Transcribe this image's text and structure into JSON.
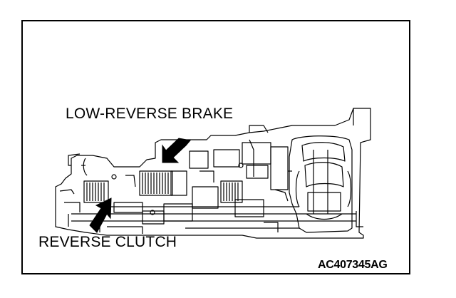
{
  "labels": {
    "low_reverse_brake": "LOW-REVERSE BRAKE",
    "reverse_clutch": "REVERSE CLUTCH",
    "figure_code": "AC407345AG"
  },
  "colors": {
    "ink": "#000000",
    "paper": "#ffffff"
  }
}
